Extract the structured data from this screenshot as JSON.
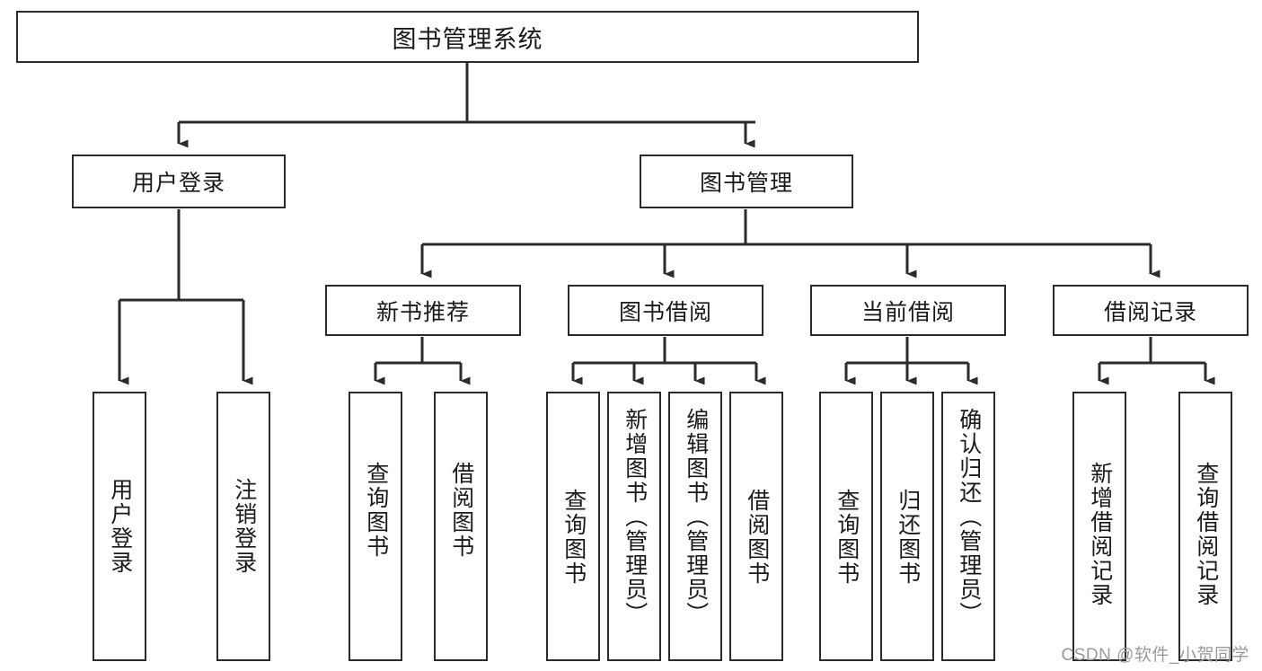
{
  "diagram": {
    "type": "tree-hierarchy",
    "title": "图书管理系统",
    "root": {
      "id": "root",
      "label": "图书管理系统"
    },
    "level2": [
      {
        "id": "user-login",
        "label": "用户登录"
      },
      {
        "id": "book-manage",
        "label": "图书管理"
      }
    ],
    "level3": [
      {
        "id": "new-book-rec",
        "label": "新书推荐",
        "parent": "book-manage"
      },
      {
        "id": "book-borrow",
        "label": "图书借阅",
        "parent": "book-manage"
      },
      {
        "id": "current-borrow",
        "label": "当前借阅",
        "parent": "book-manage"
      },
      {
        "id": "borrow-record",
        "label": "借阅记录",
        "parent": "book-manage"
      }
    ],
    "leaves": [
      {
        "id": "leaf-user-login",
        "label": "用户登录",
        "parent": "user-login"
      },
      {
        "id": "leaf-logout",
        "label": "注销登录",
        "parent": "user-login"
      },
      {
        "id": "leaf-query-book-1",
        "label": "查询图书",
        "parent": "new-book-rec"
      },
      {
        "id": "leaf-borrow-book-1",
        "label": "借阅图书",
        "parent": "new-book-rec"
      },
      {
        "id": "leaf-query-book-2",
        "label": "查询图书",
        "parent": "book-borrow"
      },
      {
        "id": "leaf-add-book",
        "label": "新增图书（管理员）",
        "parent": "book-borrow"
      },
      {
        "id": "leaf-edit-book",
        "label": "编辑图书（管理员）",
        "parent": "book-borrow"
      },
      {
        "id": "leaf-borrow-book-2",
        "label": "借阅图书",
        "parent": "book-borrow"
      },
      {
        "id": "leaf-query-book-3",
        "label": "查询图书",
        "parent": "current-borrow"
      },
      {
        "id": "leaf-return-book",
        "label": "归还图书",
        "parent": "current-borrow"
      },
      {
        "id": "leaf-confirm-return",
        "label": "确认归还（管理员）",
        "parent": "current-borrow"
      },
      {
        "id": "leaf-add-record",
        "label": "新增借阅记录",
        "parent": "borrow-record"
      },
      {
        "id": "leaf-query-record",
        "label": "查询借阅记录",
        "parent": "borrow-record"
      }
    ]
  },
  "watermark": {
    "text": "CSDN @软件_小贺同学"
  },
  "colors": {
    "stroke": "#2b2b2b",
    "background": "#ffffff",
    "text": "#1a1a1a",
    "watermark": "#9a9a9a"
  }
}
